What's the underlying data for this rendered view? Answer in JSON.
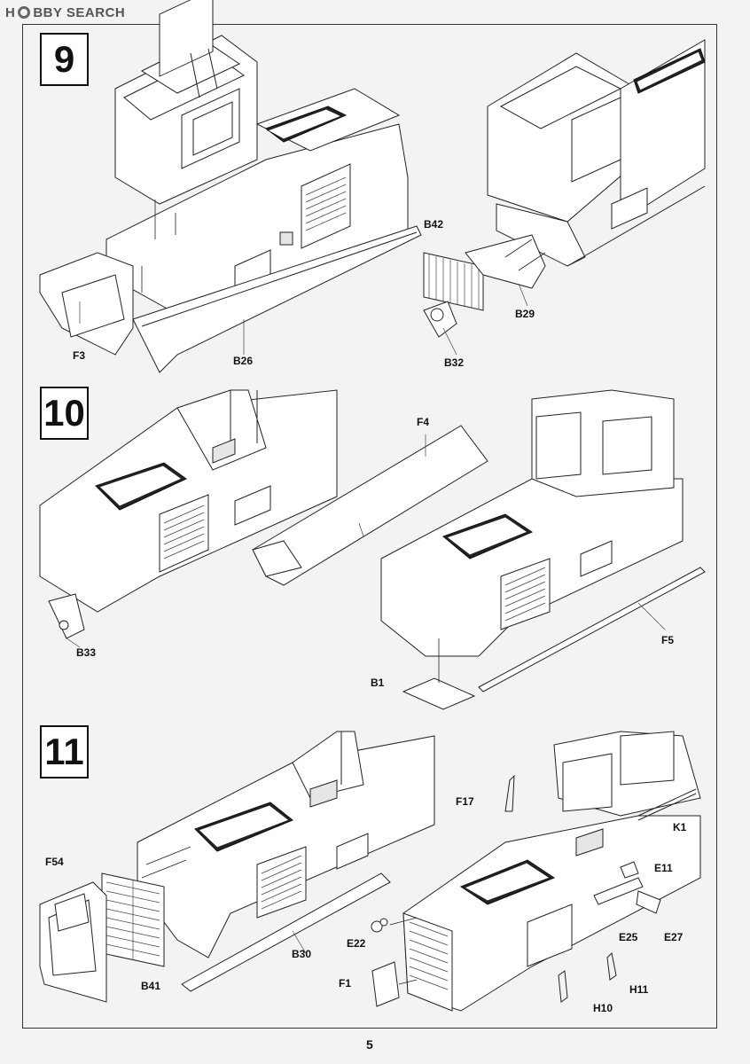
{
  "header": {
    "logo_text": "H",
    "logo_rest": "BBY SEARCH"
  },
  "steps": [
    {
      "number": "9"
    },
    {
      "number": "10"
    },
    {
      "number": "11"
    }
  ],
  "labels": {
    "f3": "F3",
    "b26": "B26",
    "b42": "B42",
    "b29": "B29",
    "b32": "B32",
    "f4": "F4",
    "b33": "B33",
    "f5": "F5",
    "b1": "B1",
    "f54": "F54",
    "b41": "B41",
    "b30": "B30",
    "f17": "F17",
    "k1": "K1",
    "e11": "E11",
    "e22": "E22",
    "e25": "E25",
    "e27": "E27",
    "f1": "F1",
    "h11": "H11",
    "h10": "H10"
  },
  "footer": {
    "page_number": "5"
  }
}
